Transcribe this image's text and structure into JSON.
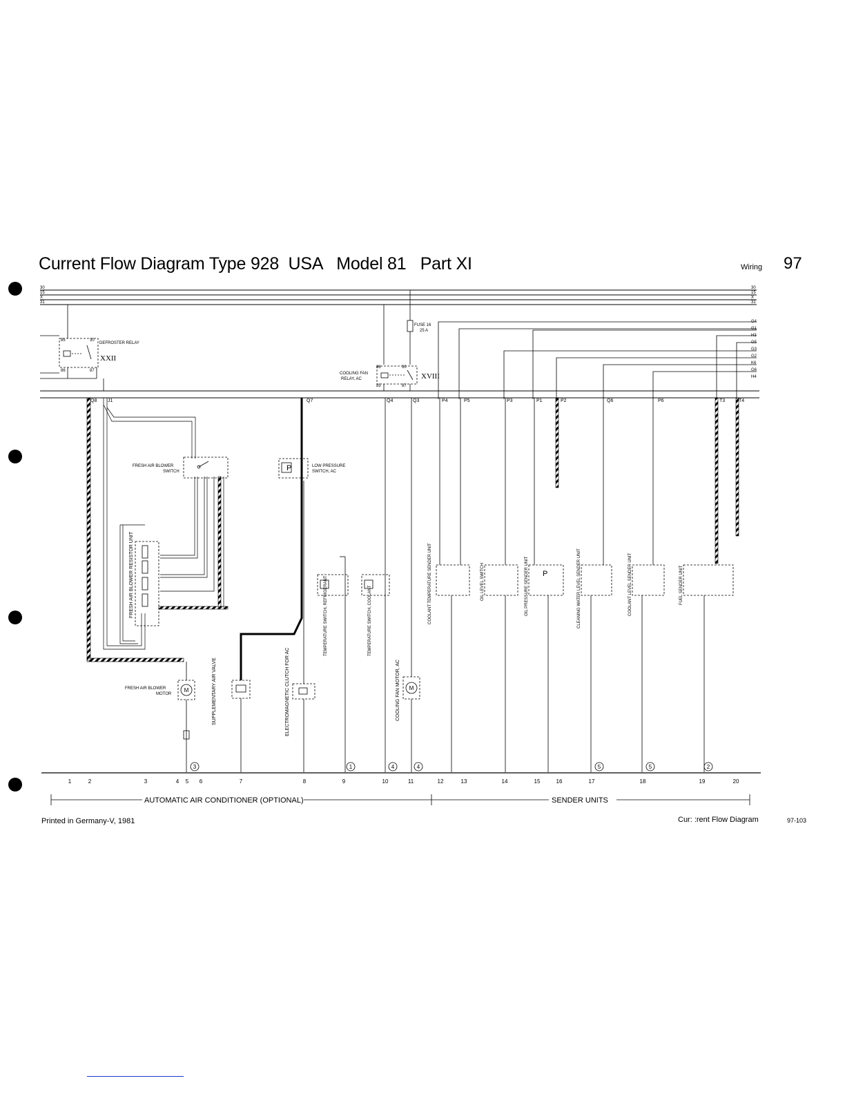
{
  "header": {
    "title": "Current Flow Diagram Type 928  USA   Model 81   Part XI",
    "section": "Wiring",
    "page_number": "97"
  },
  "footer": {
    "printed": "Printed in Germany-V, 1981",
    "doc_title": "Cur: :rent Flow Diagram",
    "doc_code": "97-103"
  },
  "bus_labels": [
    "30",
    "15",
    "X",
    "31"
  ],
  "right_connectors": [
    "G4",
    "G1",
    "H3",
    "G5",
    "G3",
    "G2",
    "K6",
    "G6",
    "H4"
  ],
  "connectors": [
    "Q8",
    "J1",
    "Q7",
    "Q4",
    "Q3",
    "P4",
    "P5",
    "P3",
    "P1",
    "P2",
    "Q6",
    "P6",
    "T3",
    "T4"
  ],
  "components": {
    "defroster_relay": {
      "label": "DEFROSTER RELAY",
      "id": "XXII",
      "pins": [
        "85",
        "30",
        "86",
        "87"
      ]
    },
    "fuse": {
      "label": "FUSE 16",
      "rating": "25 A"
    },
    "cooling_fan_relay": {
      "label": "COOLING FAN RELAY, AC",
      "id": "XVIII",
      "pins": [
        "86",
        "30",
        "85",
        "87"
      ]
    },
    "fresh_air_blower_switch": {
      "label": "FRESH AIR BLOWER SWITCH"
    },
    "low_pressure_switch": {
      "label": "LOW PRESSURE SWITCH, AC"
    },
    "resistor_unit": {
      "label": "FRESH AIR BLOWER RESISTOR UNIT"
    },
    "blower_motor": {
      "label": "FRESH AIR BLOWER MOTOR"
    },
    "supp_air_valve": {
      "label": "SUPPLEMENTARY AIR VALVE"
    },
    "em_clutch": {
      "label": "ELECTROMAGNETIC CLUTCH FOR AC"
    },
    "temp_switch_ref": {
      "label": "TEMPERATURE SWITCH, REFRIGERANT"
    },
    "temp_switch_cool": {
      "label": "TEMPERATURE SWITCH, COOLANT"
    },
    "cooling_fan_motor": {
      "label": "COOLING FAN MOTOR, AC"
    },
    "coolant_temp_sender": {
      "label": "COOLANT TEMPERATURE SENDER UNIT"
    },
    "oil_level_switch": {
      "label": "OIL LEVEL SWITCH"
    },
    "oil_pressure_sender": {
      "label": "OIL PRESSURE SENDER UNIT"
    },
    "cleaning_water_sender": {
      "label": "CLEANING WATER LEVEL SENDER UNIT"
    },
    "coolant_level_sender": {
      "label": "COOLANT LEVEL SENDER UNIT"
    },
    "fuel_sender": {
      "label": "FUEL SENDER UNIT"
    }
  },
  "ground_points": [
    "3",
    "1",
    "4",
    "4",
    "5",
    "5",
    "2"
  ],
  "tracks": [
    "1",
    "2",
    "3",
    "4",
    "5",
    "6",
    "7",
    "8",
    "9",
    "10",
    "11",
    "12",
    "13",
    "14",
    "15",
    "16",
    "17",
    "18",
    "19",
    "20"
  ],
  "groups": {
    "left": "AUTOMATIC AIR CONDITIONER (OPTIONAL)",
    "right": "SENDER UNITS"
  }
}
